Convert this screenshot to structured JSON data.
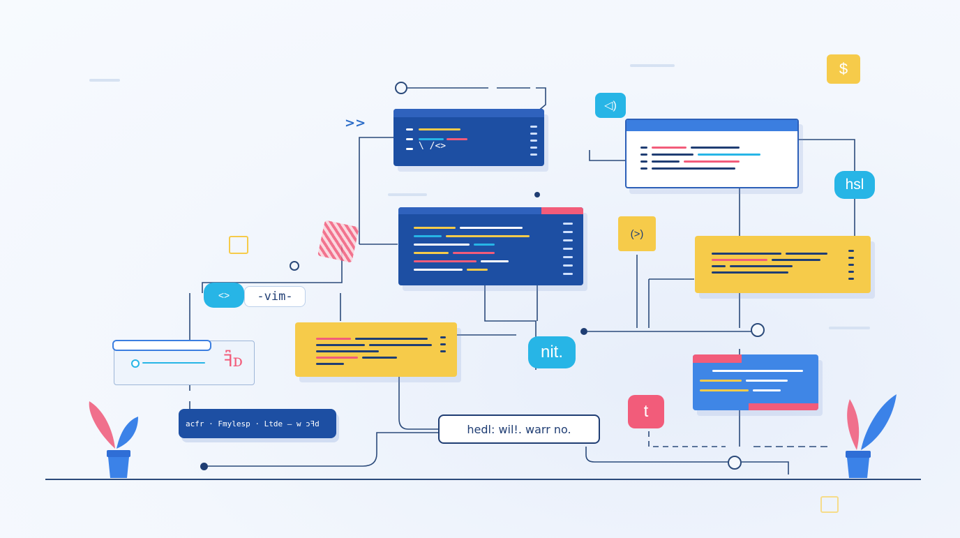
{
  "labels": {
    "vim_tag": "-vim-",
    "code_tag": "<>",
    "hsl_bubble": "hsl",
    "nit_bubble": "nit.",
    "t_badge": "t",
    "prompt_badge": "(>)",
    "status_line": "acfr · Fmylesp · Ltde — w  ɔꟻd",
    "message_box": "hedl:  wil!. warr  no.",
    "sd_glyph": "ꟻ͆ᴅ",
    "dollar_badge": "$",
    "chevron_glyph": ">>"
  },
  "colors": {
    "navy": "#1d4fa3",
    "yellow": "#f6cb4a",
    "cyan": "#27b5e6",
    "pink": "#f25c7a",
    "line": "#2b4a7a",
    "plant_pink": "#f0708c",
    "plant_blue": "#3b82e8"
  },
  "icons": [
    "sound-bubble-icon",
    "dollar-icon",
    "chevron-icon",
    "plant-icon",
    "code-icon",
    "refresh-icon"
  ]
}
